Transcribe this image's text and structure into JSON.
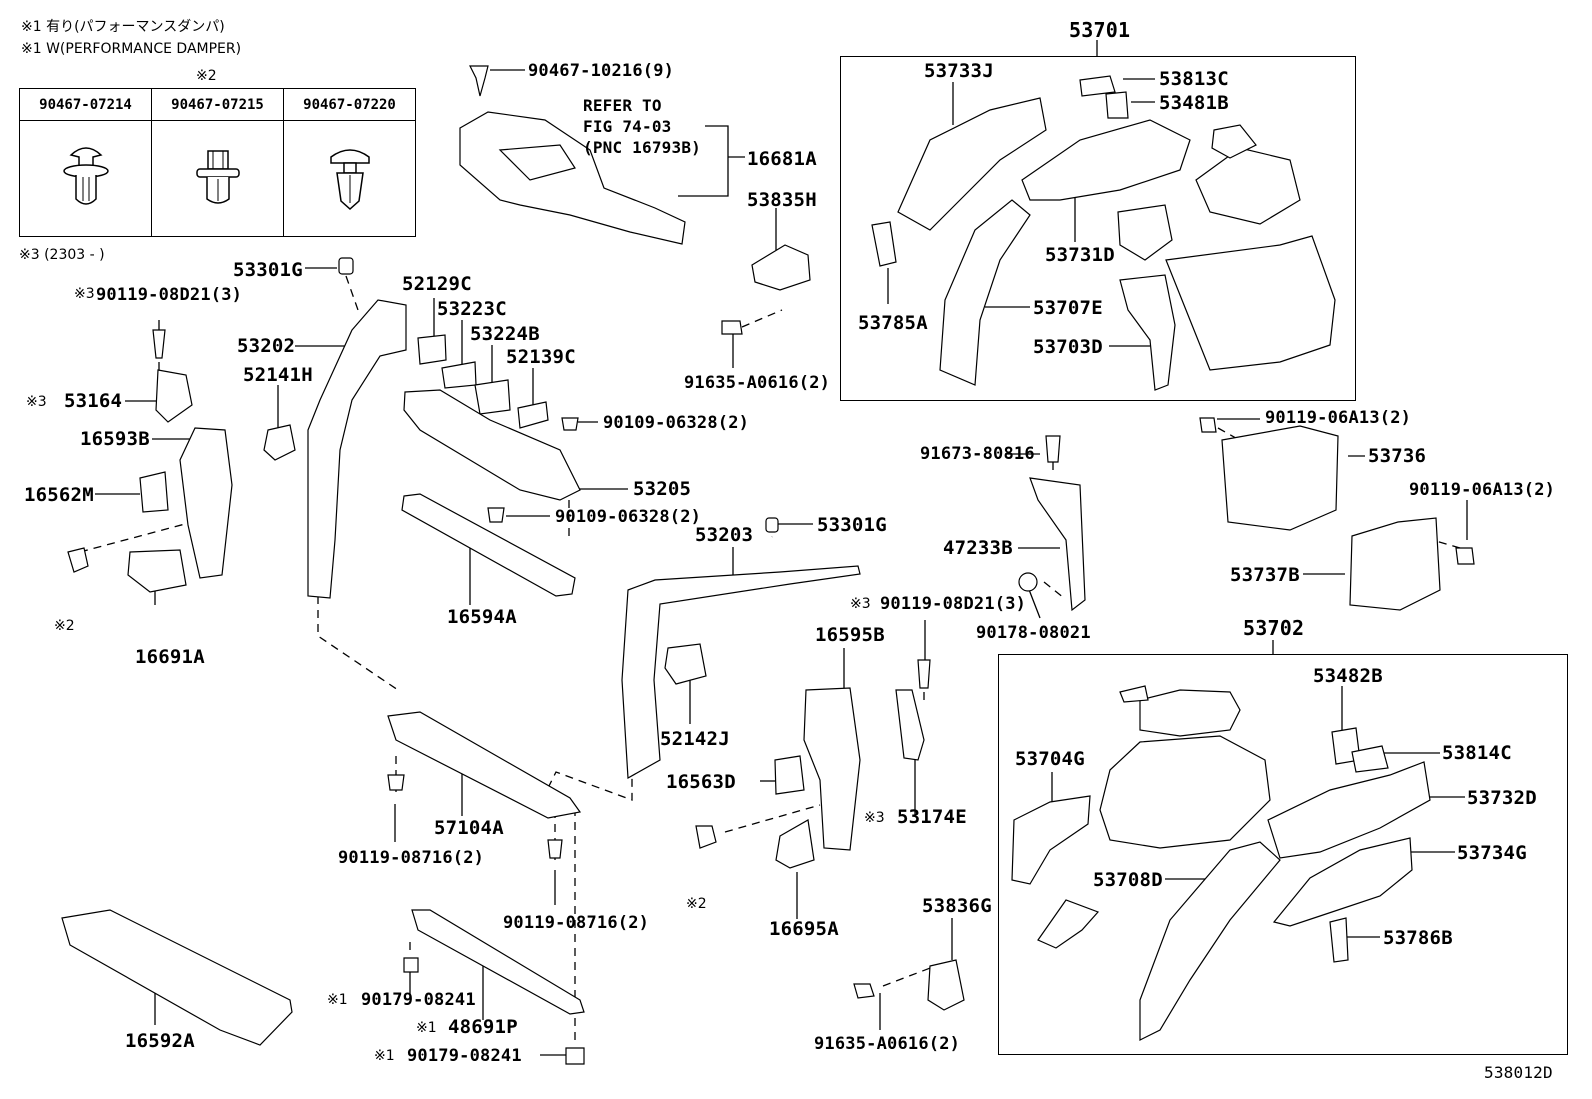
{
  "header": {
    "note1_jp": "※1 有り(パフォーマンスダンパ)",
    "note1_en": "※1 W(PERFORMANCE DAMPER)",
    "note2": "※2",
    "note3": "※3 (2303 -      )"
  },
  "fastener_table": {
    "headers": [
      "90467-07214",
      "90467-07215",
      "90467-07220"
    ]
  },
  "refer_note": {
    "line1": "REFER TO",
    "line2": "FIG 74-03",
    "line3": "(PNC 16793B)"
  },
  "group_labels": {
    "g1": "53701",
    "g2": "53702"
  },
  "labels": {
    "p90467_10216": "90467-10216(9)",
    "p16681A": "16681A",
    "p53835H": "53835H",
    "p91635_top": "91635-A0616(2)",
    "p53301G_1": "53301G",
    "p90119_08D21_1": "90119-08D21(3)",
    "p53164": "53164",
    "p16593B": "16593B",
    "p16562M": "16562M",
    "p16691A": "16691A",
    "p53202": "53202",
    "p52141H": "52141H",
    "p52129C": "52129C",
    "p53223C": "53223C",
    "p53224B": "53224B",
    "p52139C": "52139C",
    "p90109_1": "90109-06328(2)",
    "p53205": "53205",
    "p90109_2": "90109-06328(2)",
    "p16594A": "16594A",
    "p53203": "53203",
    "p53301G_2": "53301G",
    "p52142J": "52142J",
    "p57104A": "57104A",
    "p90119_08716_1": "90119-08716(2)",
    "p90119_08716_2": "90119-08716(2)",
    "p16592A": "16592A",
    "p90179_1": "90179-08241",
    "p48691P": "48691P",
    "p90179_2": "90179-08241",
    "p53733J": "53733J",
    "p53813C": "53813C",
    "p53481B": "53481B",
    "p53731D": "53731D",
    "p53785A": "53785A",
    "p53707E": "53707E",
    "p53703D": "53703D",
    "p91673": "91673-80816",
    "p47233B": "47233B",
    "p90178": "90178-08021",
    "p90119_08D21_2": "90119-08D21(3)",
    "p16595B": "16595B",
    "p16563D": "16563D",
    "p53174E": "53174E",
    "p16695A": "16695A",
    "p53836G": "53836G",
    "p91635_bot": "91635-A0616(2)",
    "p90119_06A13_1": "90119-06A13(2)",
    "p53736": "53736",
    "p90119_06A13_2": "90119-06A13(2)",
    "p53737B": "53737B",
    "p53482B": "53482B",
    "p53814C": "53814C",
    "p53704G": "53704G",
    "p53732D": "53732D",
    "p53734G": "53734G",
    "p53708D": "53708D",
    "p53786B": "53786B"
  },
  "marks": {
    "m3": "※3",
    "m2": "※2",
    "m1": "※1"
  },
  "figure_id": "538012D"
}
